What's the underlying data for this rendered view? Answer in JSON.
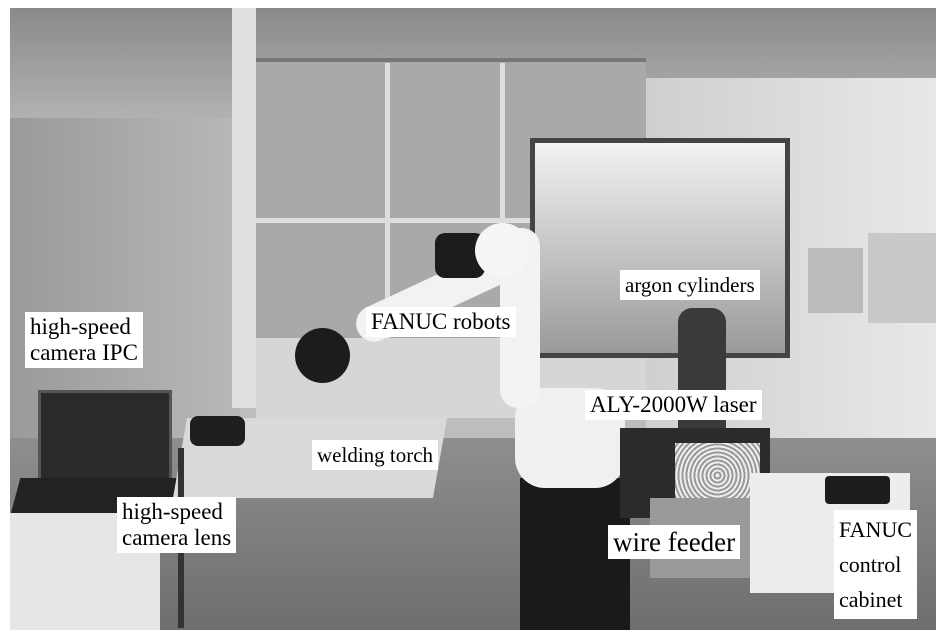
{
  "labels": {
    "camera_ipc": [
      "high-speed",
      "camera IPC"
    ],
    "robots": "FANUC robots",
    "argon": "argon cylinders",
    "laser": "ALY-2000W laser",
    "torch": "welding torch",
    "camera_lens": [
      "high-speed",
      "camera lens"
    ],
    "wire_feeder": "wire feeder",
    "control_cabinet": [
      "FANUC",
      "control",
      "cabinet"
    ]
  }
}
